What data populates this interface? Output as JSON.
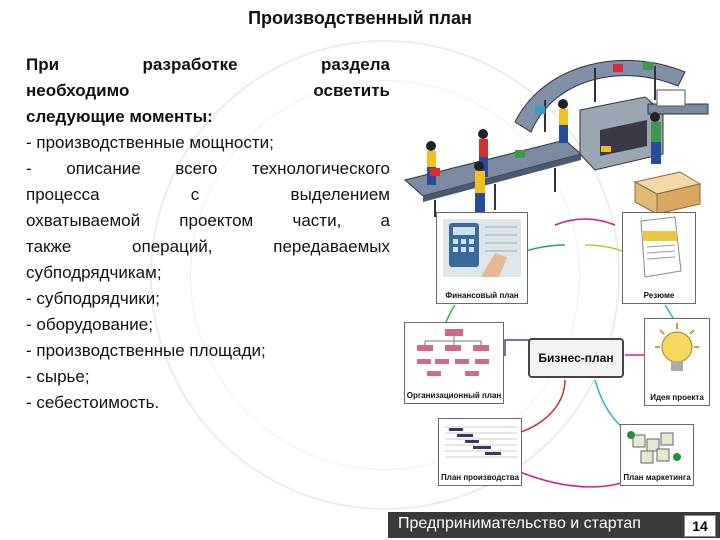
{
  "title": "Производственный план",
  "body": {
    "intro": [
      "При разработке раздела",
      "необходимо осветить",
      "следующие моменты:"
    ],
    "lines": [
      "- производственные мощности;",
      "- описание всего технологического",
      "процесса с выделением",
      "охватываемой проектом части, а",
      "также операций, передаваемых",
      "субподрядчикам;",
      "- субподрядчики;",
      "- оборудование;",
      "- производственные площади;",
      "- сырье;",
      "- себестоимость."
    ]
  },
  "diagram": {
    "center": "Бизнес-план",
    "nodes": {
      "finance": "Финансовый план",
      "resume": "Резюме",
      "org": "Организационный план",
      "idea": "Идея проекта",
      "production": "План производства",
      "marketing": "План маркетинга"
    },
    "colors": {
      "finance": "#2a9a7a",
      "resume": "#c0c040",
      "org": "#5a3a8a",
      "idea": "#d02080",
      "production": "#c03030",
      "marketing": "#30b0d0"
    }
  },
  "footer": {
    "text": "Предпринимательство и стартап",
    "page": "14"
  }
}
